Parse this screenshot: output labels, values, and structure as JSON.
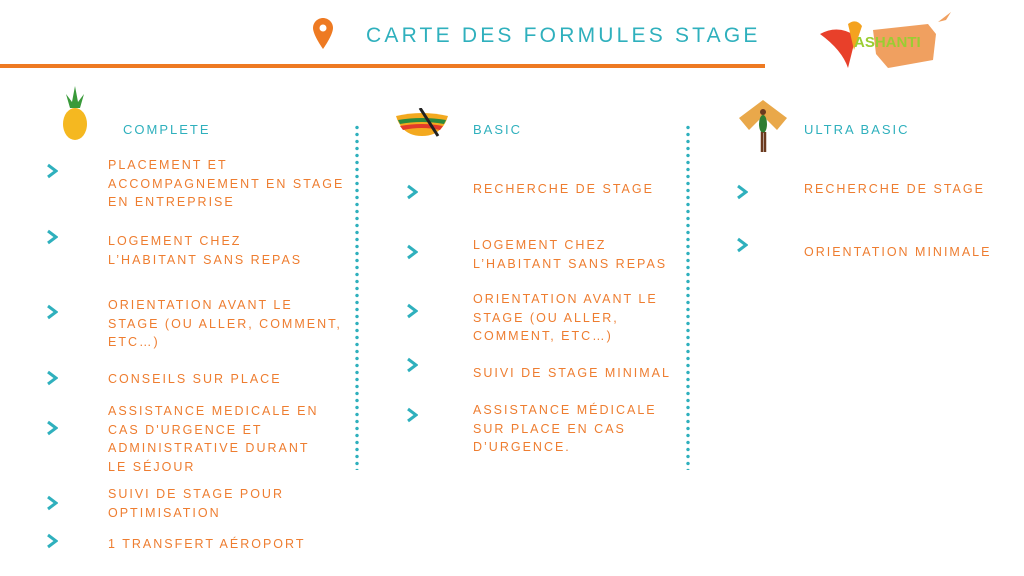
{
  "header": {
    "title": "CARTE DES FORMULES STAGE",
    "logo_text": "ASHANTI",
    "colors": {
      "accent": "#2fb0bd",
      "orange": "#ee7d30"
    }
  },
  "columns": [
    {
      "title": "COMPLETE",
      "icon": "pineapple-icon",
      "items": [
        "PLACEMENT ET\nACCOMPAGNEMENT EN STAGE\nEN ENTREPRISE",
        "LOGEMENT CHEZ\nL’HABITANT SANS REPAS",
        "ORIENTATION AVANT LE\nSTAGE (OU ALLER, COMMENT,\nETC…)",
        "CONSEILS SUR PLACE",
        "ASSISTANCE MEDICALE EN\nCAS D'URGENCE ET\nADMINISTRATIVE DURANT\nLE SÉJOUR",
        "SUIVI DE STAGE POUR\nOPTIMISATION",
        "1 TRANSFERT AÉROPORT"
      ]
    },
    {
      "title": "BASIC",
      "icon": "canoe-icon",
      "items": [
        "RECHERCHE DE STAGE",
        "LOGEMENT CHEZ\nL’HABITANT SANS REPAS",
        "ORIENTATION AVANT LE\nSTAGE (OU ALLER,\nCOMMENT, ETC…)",
        "SUIVI DE STAGE MINIMAL",
        "ASSISTANCE MÉDICALE\nSUR PLACE EN CAS\nD’URGENCE."
      ]
    },
    {
      "title": "ULTRA BASIC",
      "icon": "carnival-dancer-icon",
      "items": [
        "RECHERCHE DE STAGE",
        "ORIENTATION MINIMALE"
      ]
    }
  ]
}
